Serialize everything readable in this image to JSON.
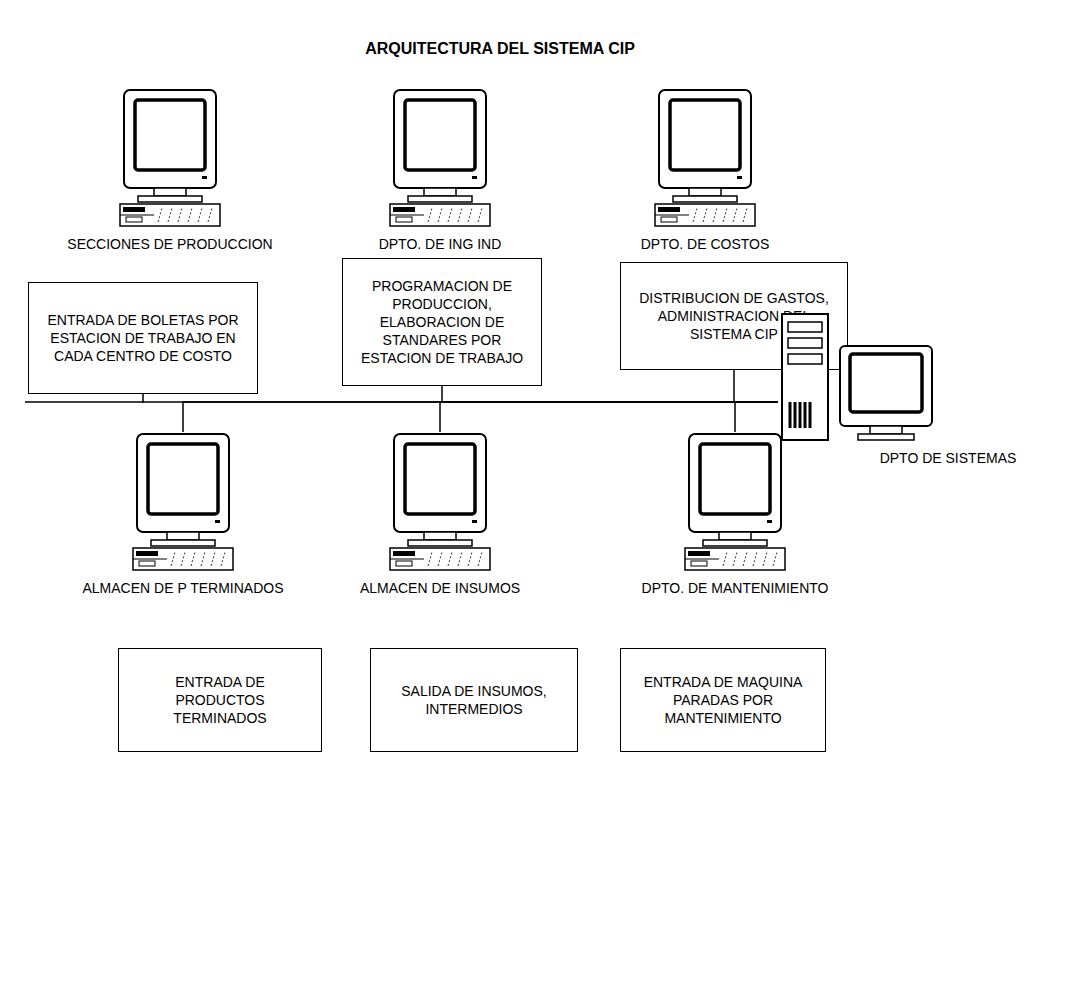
{
  "diagram": {
    "title": "ARQUITECTURA DEL SISTEMA CIP",
    "nodes": [
      {
        "text": [
          "SECCIONES DE PRODUCCION"
        ]
      },
      {
        "text": [
          "DPTO. DE ING IND"
        ]
      },
      {
        "text": [
          "DPTO. DE COSTOS"
        ]
      },
      {
        "text": [
          "ENTRADA DE BOLETAS POR ESTACION DE TRABAJO EN CADA CENTRO DE COSTO"
        ]
      },
      {
        "text": [
          "PROGRAMACION DE PRODUCCION, ELABORACION DE STANDARES POR ESTACION DE TRABAJO"
        ]
      },
      {
        "text": [
          "DISTRIBUCION DE GASTOS, ADMINISTRACION DEL SISTEMA CIP"
        ]
      },
      {
        "text": [
          "DPTO DE SISTEMAS"
        ]
      },
      {
        "text": [
          "ALMACEN DE P TERMINADOS"
        ]
      },
      {
        "text": [
          "ALMACEN DE INSUMOS"
        ]
      },
      {
        "text": [
          "DPTO. DE MANTENIMIENTO"
        ]
      },
      {
        "text": [
          "ENTRADA DE PRODUCTOS TERMINADOS"
        ]
      },
      {
        "text": [
          "SALIDA DE INSUMOS, INTERMEDIOS"
        ]
      },
      {
        "text": [
          "ENTRADA DE MAQUINA PARADAS POR MANTENIMIENTO"
        ]
      }
    ],
    "edges": [
      {
        "from": 3,
        "to": 6,
        "arrow": "none"
      },
      {
        "from": 4,
        "to": 6,
        "arrow": "none"
      },
      {
        "from": 5,
        "to": 6,
        "arrow": "none"
      },
      {
        "from": 7,
        "to": 6,
        "arrow": "none"
      },
      {
        "from": 8,
        "to": 6,
        "arrow": "none"
      },
      {
        "from": 9,
        "to": 6,
        "arrow": "none"
      }
    ]
  }
}
